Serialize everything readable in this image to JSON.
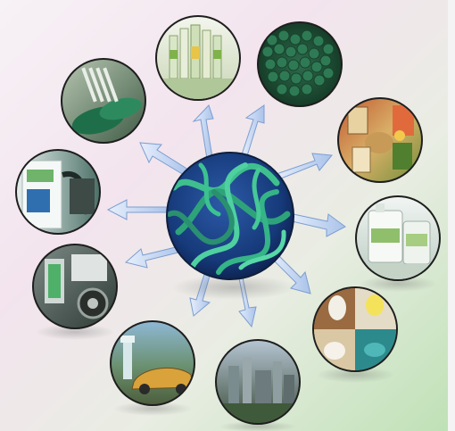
{
  "diagram": {
    "center": {
      "name": "spirulina-algae-filaments"
    },
    "products": [
      {
        "id": "supplement-bottles"
      },
      {
        "id": "spirulina-tablets"
      },
      {
        "id": "food-products"
      },
      {
        "id": "chemical-containers"
      },
      {
        "id": "livestock-feed"
      },
      {
        "id": "industrial-plant"
      },
      {
        "id": "sports-car"
      },
      {
        "id": "car-engine"
      },
      {
        "id": "biofuel-pump"
      },
      {
        "id": "cutlery-plastics"
      }
    ]
  },
  "colors": {
    "arrow_fill": "#c9daf3",
    "arrow_stroke": "#7d9ed0",
    "circle_border": "#1e1e1e",
    "bg_pink": "#f3e4ee",
    "bg_green": "#cfe7c8",
    "algae_green": "#3fbf8e",
    "center_blue": "#1d3f82"
  }
}
